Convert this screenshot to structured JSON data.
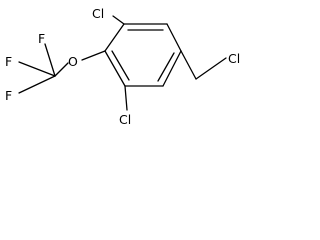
{
  "diagram": {
    "atoms": {
      "cl_top": "Cl",
      "cl_bottom": "Cl",
      "cl_right": "Cl",
      "o": "O",
      "f_top": "F",
      "f_mid": "F",
      "f_bottom": "F"
    }
  }
}
